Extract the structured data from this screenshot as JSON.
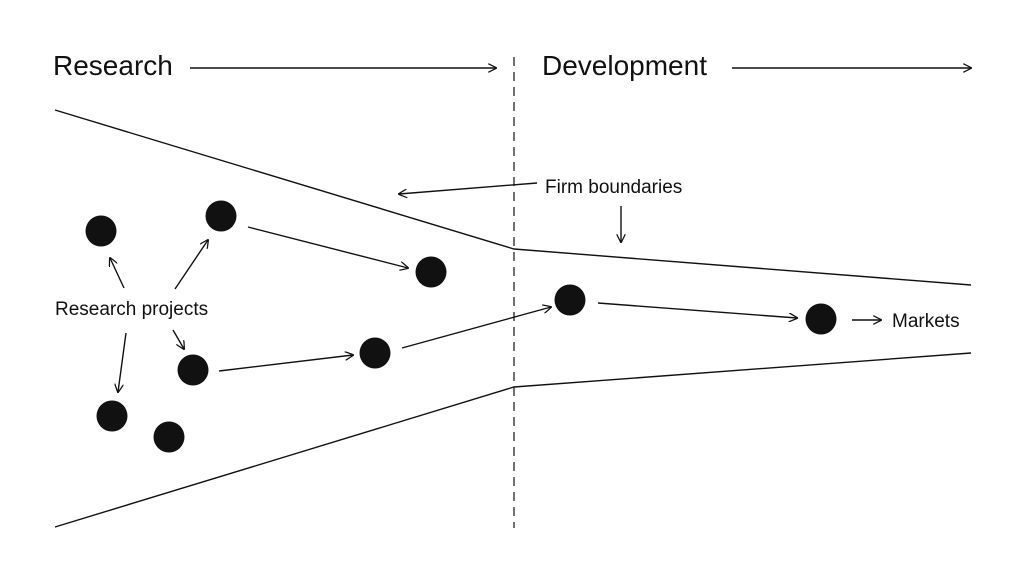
{
  "headings": {
    "research": "Research",
    "development": "Development"
  },
  "labels": {
    "firm_boundaries": "Firm boundaries",
    "research_projects": "Research projects",
    "markets": "Markets"
  },
  "colors": {
    "ink": "#111111",
    "background": "#ffffff"
  }
}
